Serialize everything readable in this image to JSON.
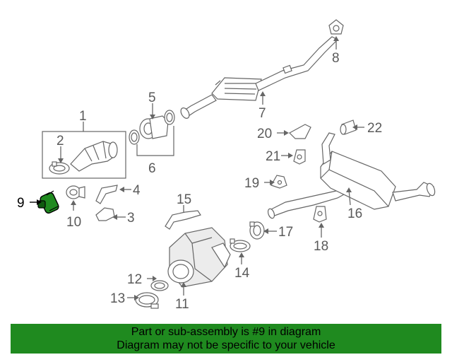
{
  "callouts": {
    "n1": "1",
    "n2": "2",
    "n3": "3",
    "n4": "4",
    "n5": "5",
    "n6": "6",
    "n7": "7",
    "n8": "8",
    "n9": "9",
    "n10": "10",
    "n11": "11",
    "n12": "12",
    "n13": "13",
    "n14": "14",
    "n15": "15",
    "n16": "16",
    "n17": "17",
    "n18": "18",
    "n19": "19",
    "n20": "20",
    "n21": "21",
    "n22": "22"
  },
  "highlight_color": "#1f8a1f",
  "banner": {
    "line1": "Part or sub-assembly is #9 in diagram",
    "line2": "Diagram may not be specific to your vehicle"
  }
}
